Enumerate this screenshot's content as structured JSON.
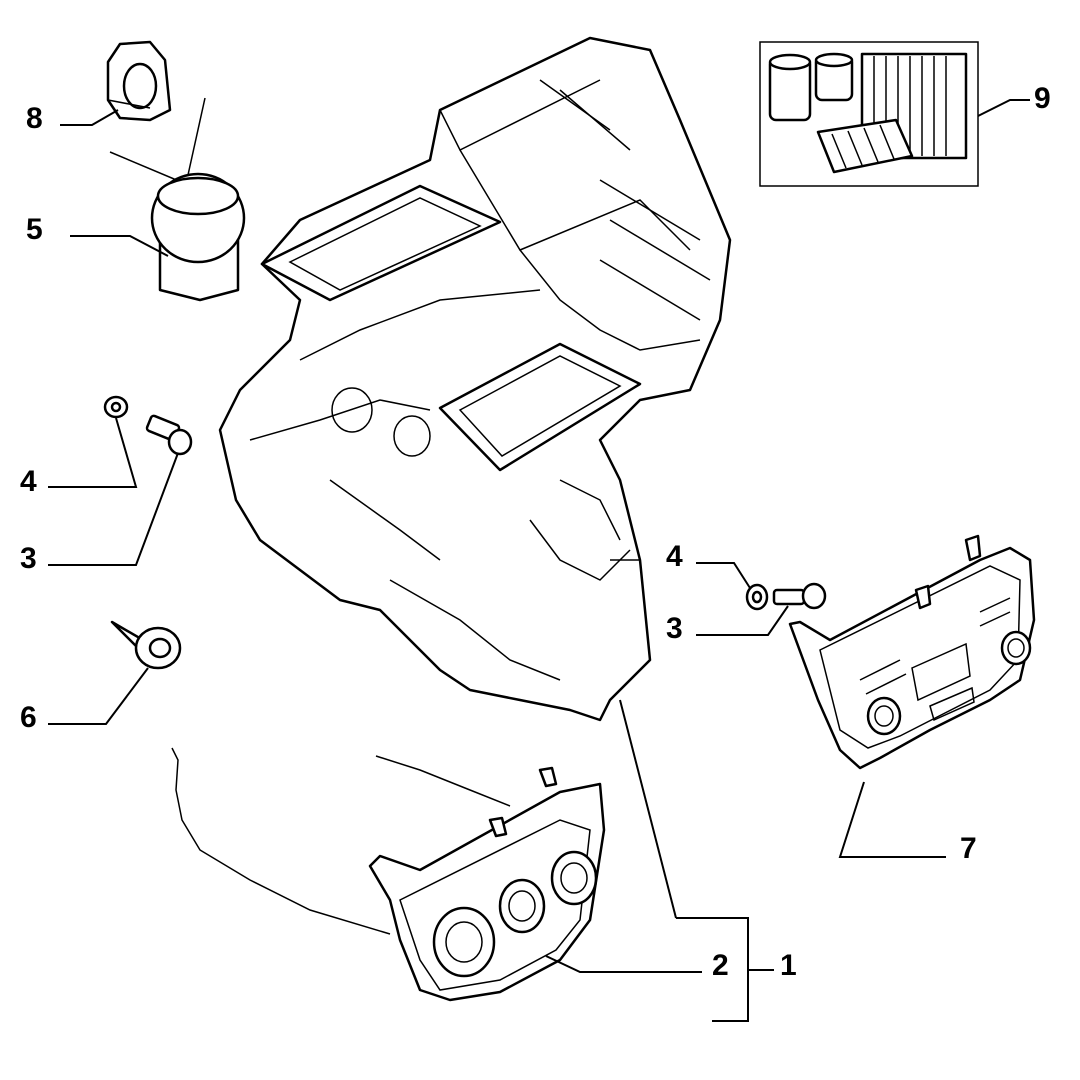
{
  "callouts": {
    "c1": "1",
    "c2": "2",
    "c3a": "3",
    "c3b": "3",
    "c4a": "4",
    "c4b": "4",
    "c5": "5",
    "c6": "6",
    "c7": "7",
    "c8": "8",
    "c9": "9"
  }
}
